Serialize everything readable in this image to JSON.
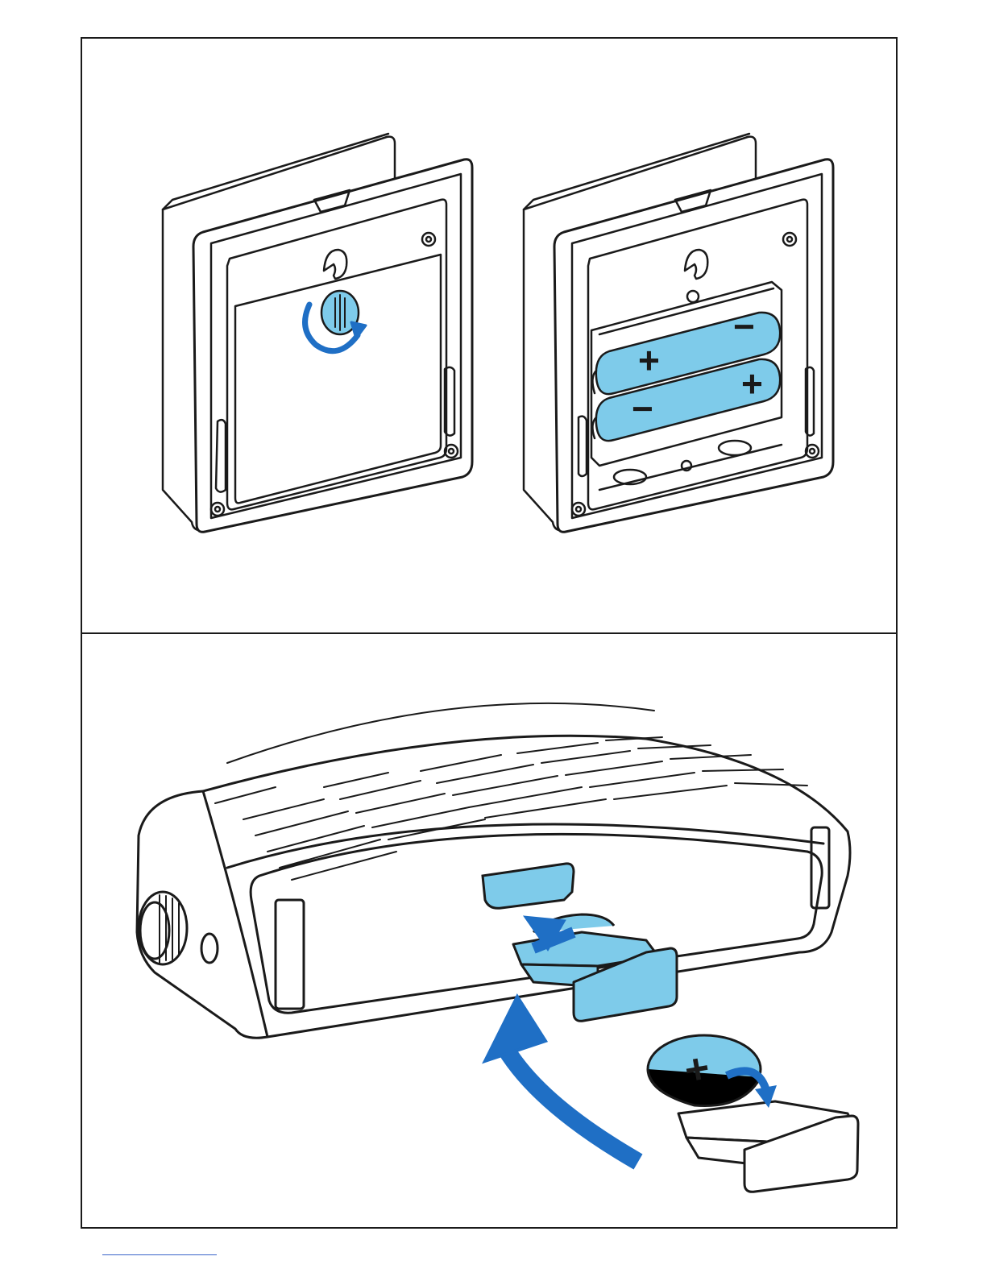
{
  "document": {
    "panels": [
      {
        "id": "battery-remote",
        "illustration": "remote-control-back-battery-replacement"
      },
      {
        "id": "coin-cell-projector",
        "illustration": "projector-coin-cell-tray-replacement"
      }
    ],
    "battery_markings": {
      "upper_battery_plus": "+",
      "upper_battery_minus": "−",
      "lower_battery_plus": "+",
      "lower_battery_minus": "−",
      "coin_cell": "+"
    },
    "colors": {
      "line": "#1a1a1a",
      "battery_fill": "#7ecbea",
      "arrow": "#1f6fc5",
      "footer_link": "#3a63c9"
    }
  }
}
